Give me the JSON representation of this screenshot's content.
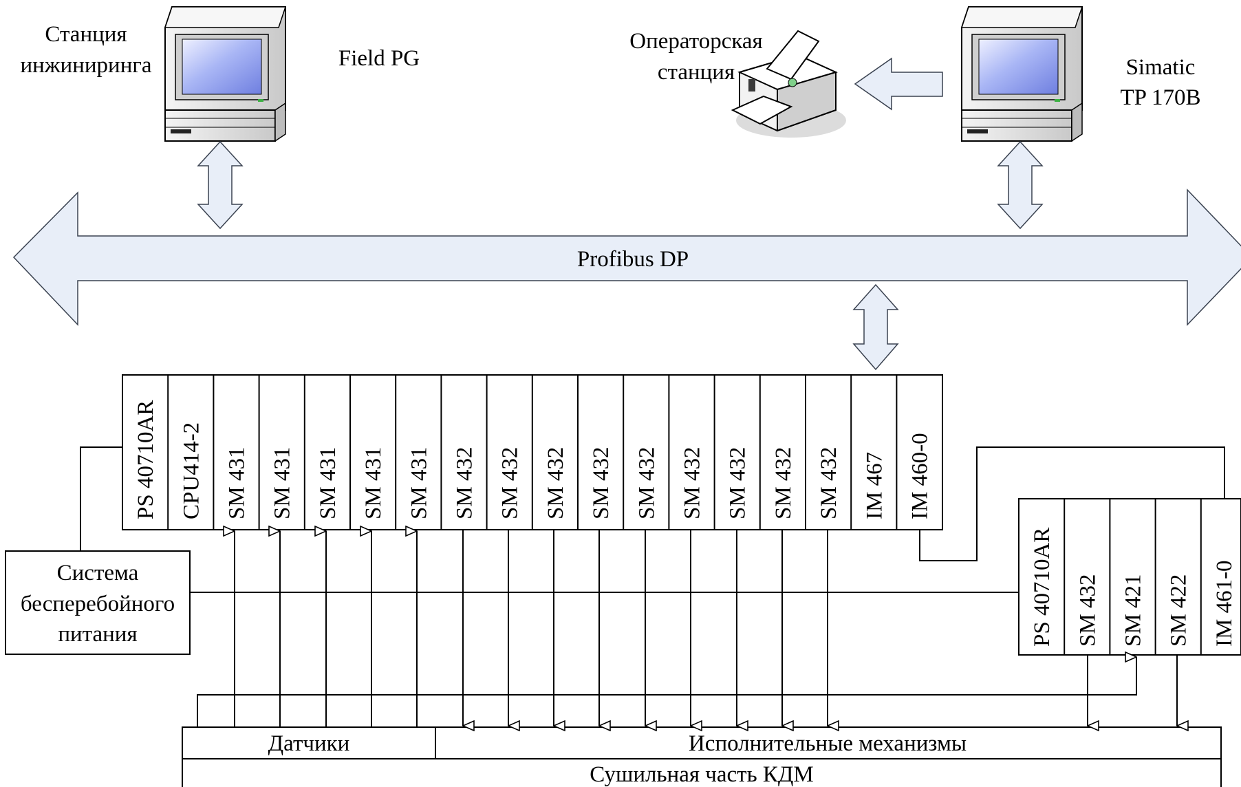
{
  "labels": {
    "engineering_station": [
      "Станция",
      "инжиниринга"
    ],
    "field_pg": "Field PG",
    "operator_station": [
      "Операторская",
      "станция"
    ],
    "simatic": [
      "Simatic",
      "TP 170B"
    ],
    "bus": "Profibus DP",
    "ups": [
      "Система",
      "бесперебойного",
      "питания"
    ],
    "sensors": "Датчики",
    "actuators": "Исполнительные механизмы",
    "dryer": "Сушильная часть КДМ"
  },
  "main_rack": [
    "PS 40710AR",
    "CPU414-2",
    "SM 431",
    "SM 431",
    "SM 431",
    "SM 431",
    "SM 431",
    "SM 432",
    "SM 432",
    "SM 432",
    "SM 432",
    "SM 432",
    "SM 432",
    "SM 432",
    "SM 432",
    "SM 432",
    "IM 467",
    "IM 460-0"
  ],
  "expansion_rack": [
    "PS 40710AR",
    "SM 432",
    "SM 421",
    "SM 422",
    "IM 461-0"
  ],
  "colors": {
    "bus_fill": "#e8eef8",
    "monitor_screen": "#a9b6f5",
    "device_body": "#e6e6e6"
  },
  "icons": [
    "computer-icon",
    "computer-icon",
    "printer-icon"
  ]
}
